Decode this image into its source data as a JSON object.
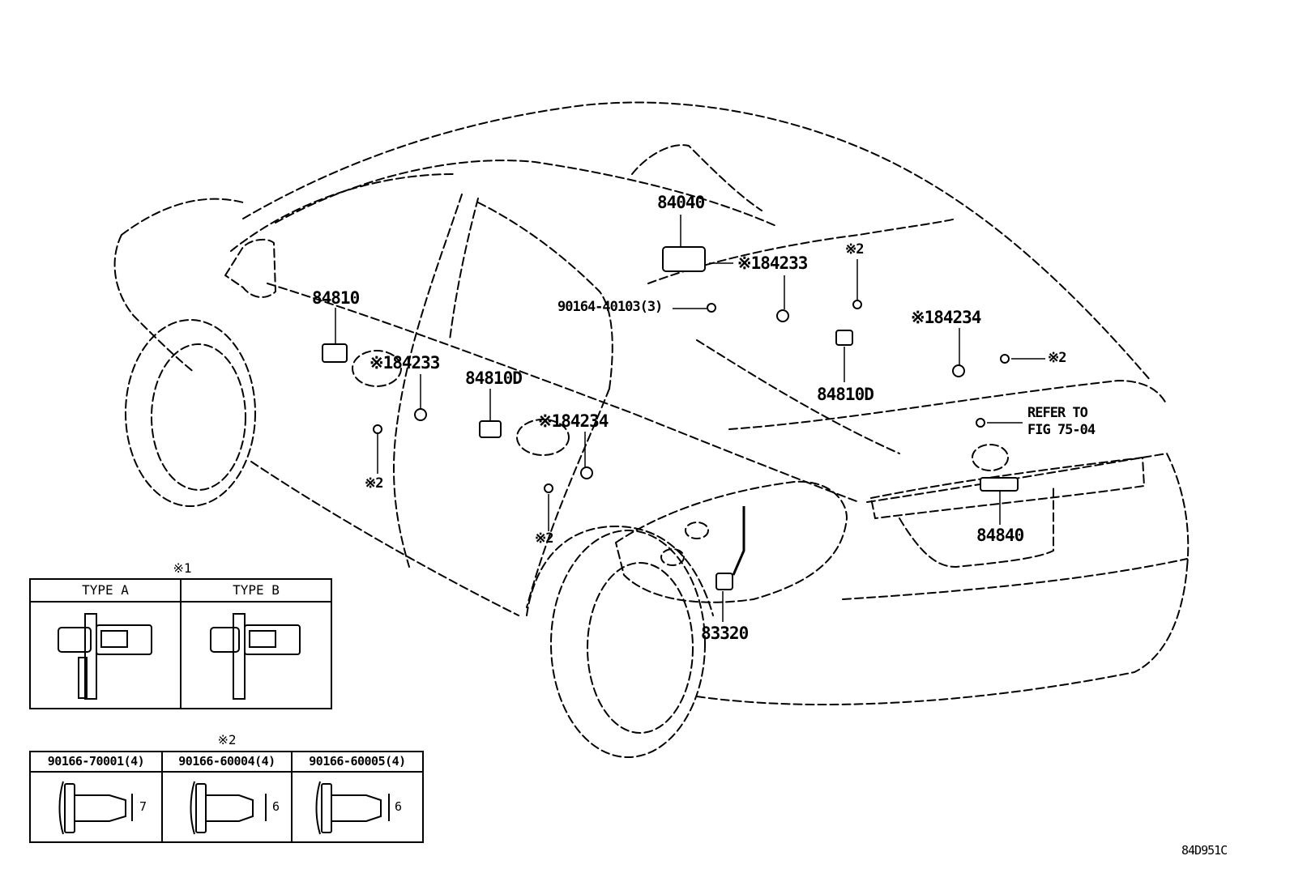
{
  "diagram_id": "84D951C",
  "callouts": {
    "p84040": "84040",
    "p84233_top": "※184233",
    "note2_top": "※2",
    "p90164": "90164-40103(3)",
    "p84810": "84810",
    "p84233_left": "※184233",
    "p84810D_mid": "84810D",
    "p84234_mid": "※184234",
    "p84234_right": "※184234",
    "note2_right": "※2",
    "p84810D_right": "84810D",
    "refer_line1": "REFER TO",
    "refer_line2": "FIG 75-04",
    "p84840": "84840",
    "p83320": "83320",
    "note2_left": "※2",
    "note2_lower": "※2"
  },
  "legend1": {
    "title": "※1",
    "type_a": "TYPE A",
    "type_b": "TYPE B"
  },
  "legend2": {
    "title": "※2",
    "col1": {
      "part": "90166-70001(4)",
      "dim": "7"
    },
    "col2": {
      "part": "90166-60004(4)",
      "dim": "6"
    },
    "col3": {
      "part": "90166-60005(4)",
      "dim": "6"
    }
  }
}
